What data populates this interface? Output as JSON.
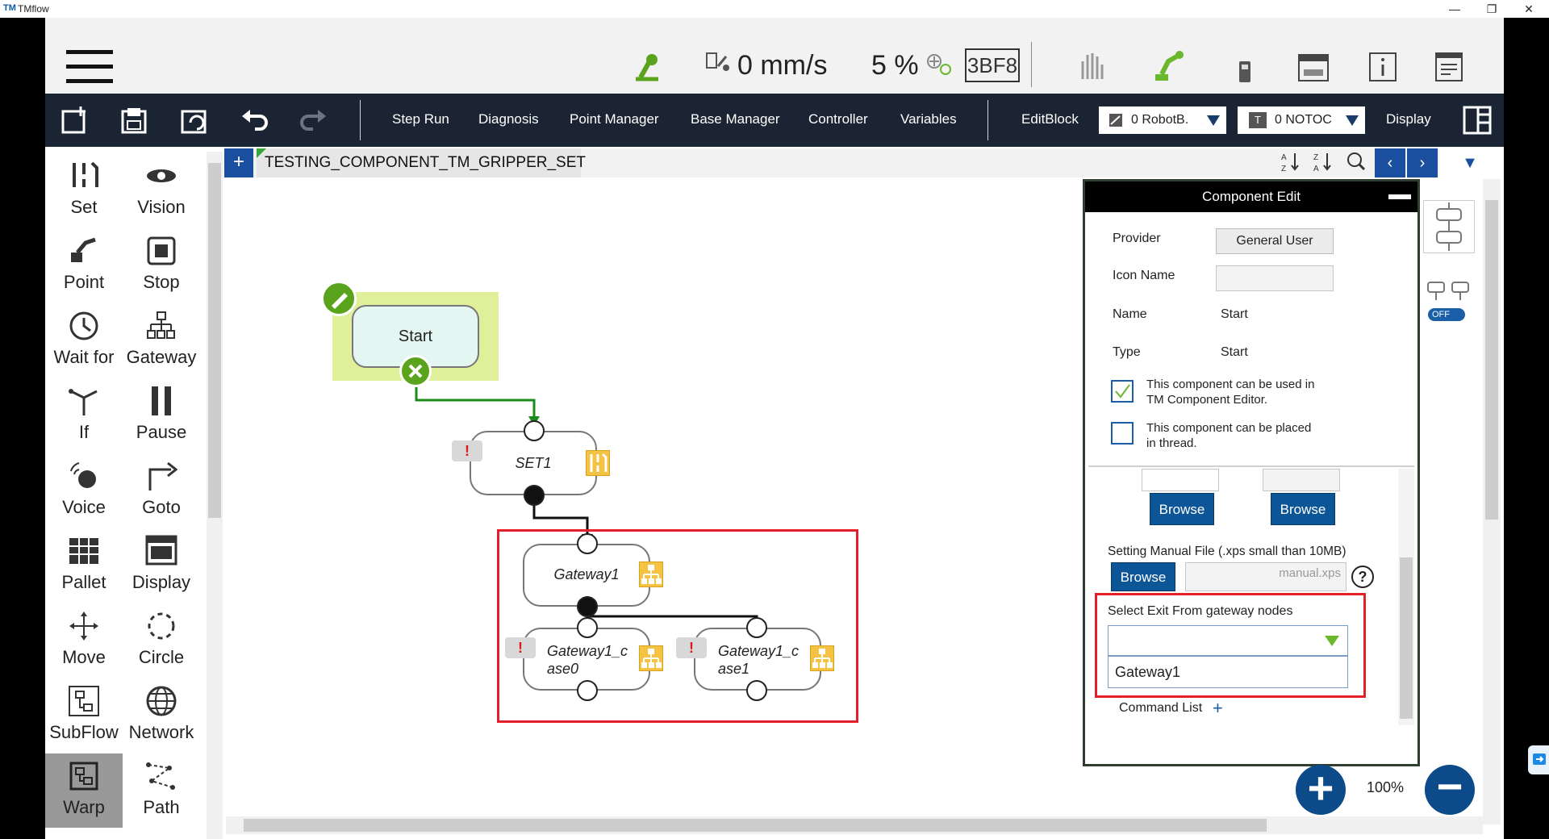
{
  "window": {
    "app_logo": "TM",
    "title": "TMflow",
    "minimize": "—",
    "restore": "❐",
    "close": "✕"
  },
  "status": {
    "speed": "0 mm/s",
    "percent": "5 %",
    "code": "3BF8"
  },
  "toolbar": {
    "menus": [
      "Step Run",
      "Diagnosis",
      "Point Manager",
      "Base Manager",
      "Controller",
      "Variables"
    ],
    "editblock": "EditBlock",
    "robot_dropdown": "0 RobotB.",
    "tool_dropdown": "0 NOTOC",
    "tool_dropdown_icon": "T",
    "display": "Display"
  },
  "palette": [
    {
      "label": "Set",
      "icon": "set-icon"
    },
    {
      "label": "Vision",
      "icon": "eye-icon"
    },
    {
      "label": "Point",
      "icon": "point-icon"
    },
    {
      "label": "Stop",
      "icon": "stop-icon"
    },
    {
      "label": "Wait for",
      "icon": "clock-icon"
    },
    {
      "label": "Gateway",
      "icon": "gateway-icon"
    },
    {
      "label": "If",
      "icon": "if-icon"
    },
    {
      "label": "Pause",
      "icon": "pause-icon"
    },
    {
      "label": "Voice",
      "icon": "voice-icon"
    },
    {
      "label": "Goto",
      "icon": "goto-icon"
    },
    {
      "label": "Pallet",
      "icon": "pallet-icon"
    },
    {
      "label": "Display",
      "icon": "display-icon"
    },
    {
      "label": "Move",
      "icon": "move-icon"
    },
    {
      "label": "Circle",
      "icon": "circle-icon"
    },
    {
      "label": "SubFlow",
      "icon": "subflow-icon"
    },
    {
      "label": "Network",
      "icon": "globe-icon"
    },
    {
      "label": "Warp",
      "icon": "warp-icon"
    },
    {
      "label": "Path",
      "icon": "path-icon"
    }
  ],
  "tab": {
    "add": "+",
    "title": "TESTING_COMPONENT_TM_GRIPPER_SET",
    "sort_az": "A↓Z",
    "sort_za": "Z↓A",
    "prev": "‹",
    "next": "›",
    "more": "▼"
  },
  "flow": {
    "start": "Start",
    "set1": "SET1",
    "gateway1": "Gateway1",
    "case0": "Gateway1_c\nase0",
    "case1": "Gateway1_c\nase1",
    "warn": "!"
  },
  "panel": {
    "title": "Component Edit",
    "provider_label": "Provider",
    "provider_value": "General User",
    "icon_name_label": "Icon Name",
    "name_label": "Name",
    "name_value": "Start",
    "type_label": "Type",
    "type_value": "Start",
    "check1": "This component can be used in\nTM Component Editor.",
    "check2": "This component can be placed\nin thread.",
    "browse1": "Browse",
    "browse2": "Browse",
    "manual_label": "Setting Manual File (.xps small than 10MB)",
    "browse3": "Browse",
    "manual_file": "manual.xps",
    "help": "?",
    "exit_label": "Select Exit From gateway nodes",
    "exit_option": "Gateway1",
    "command_list": "Command List",
    "command_add": "+"
  },
  "zoom": {
    "level": "100%",
    "plus": "+",
    "minus": "−"
  },
  "toggle": {
    "state": "OFF"
  }
}
